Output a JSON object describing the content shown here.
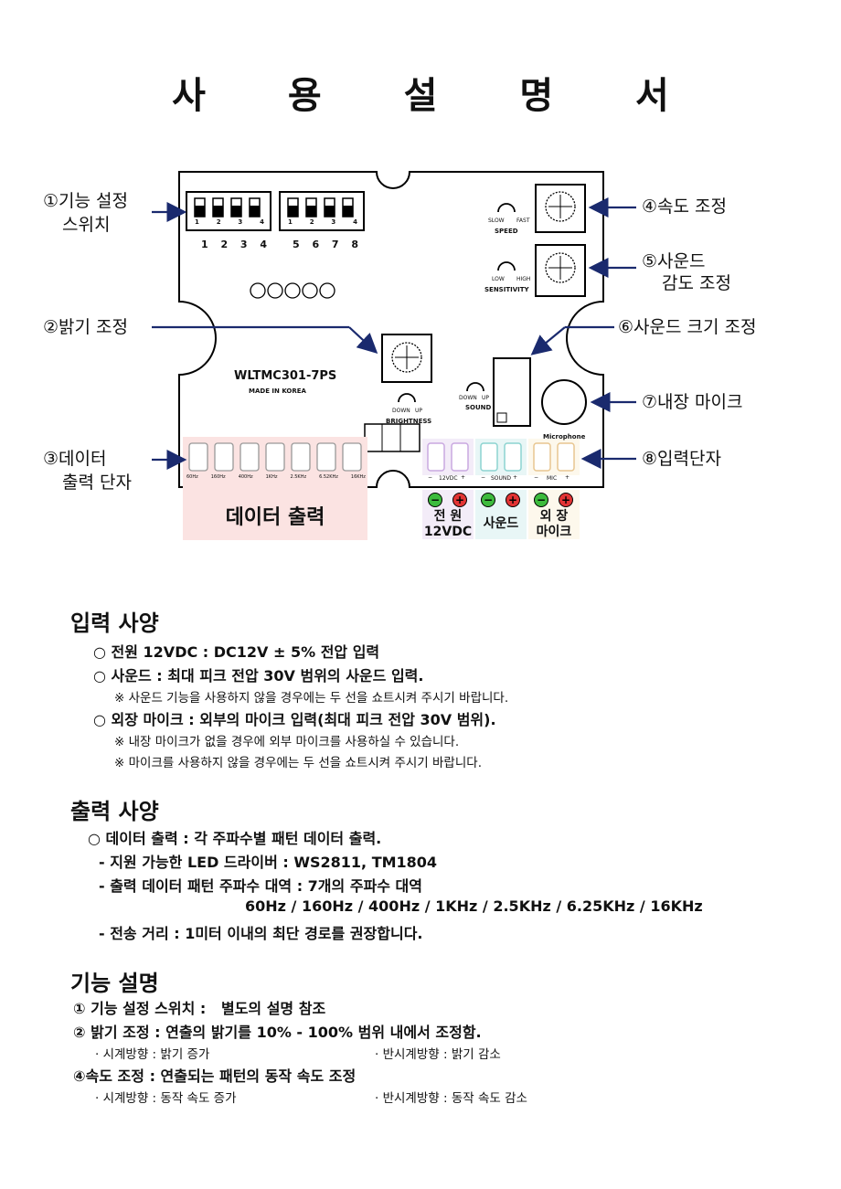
{
  "title": "사 용 설 명 서",
  "board": {
    "model": "WLTMC301-7PS",
    "made_in": "MADE IN KOREA",
    "dip_group1": [
      "1",
      "2",
      "3",
      "4"
    ],
    "dip_group2": [
      "5",
      "6",
      "7",
      "8"
    ],
    "speed": {
      "label": "SPEED",
      "left": "SLOW",
      "right": "FAST"
    },
    "sensitivity": {
      "label": "SENSITIVITY",
      "left": "LOW",
      "right": "HIGH"
    },
    "brightness": {
      "label": "BRIGHTNESS",
      "left": "DOWN",
      "right": "UP"
    },
    "sound": {
      "label": "SOUND",
      "left": "DOWN",
      "right": "UP"
    },
    "microphone": "Microphone",
    "freqs": [
      "60Hz",
      "160Hz",
      "400Hz",
      "1KHz",
      "2.5KHz",
      "6.52KHz",
      "16KHz"
    ],
    "in_labels": {
      "power": "12VDC",
      "sound": "SOUND",
      "mic": "MIC",
      "minus": "−",
      "plus": "+"
    }
  },
  "callouts": {
    "c1a": "①기능 설정",
    "c1b": "스위치",
    "c2": "②밝기 조정",
    "c3a": "③데이터",
    "c3b": "출력 단자",
    "c4": "④속도 조정",
    "c5a": "⑤사운드",
    "c5b": "감도 조정",
    "c6": "⑥사운드 크기 조정",
    "c7": "⑦내장 마이크",
    "c8": "⑧입력단자"
  },
  "data_output_label": "데이터 출력",
  "inputs": {
    "minus": "−",
    "plus": "+",
    "power": [
      "전 원",
      "12VDC"
    ],
    "sound": "사운드",
    "mic": [
      "외 장",
      "마이크"
    ]
  },
  "input_spec": {
    "heading": "입력 사양",
    "l1": "○ 전원 12VDC : DC12V ± 5% 전압 입력",
    "l2": "○ 사운드 : 최대 피크 전압 30V 범위의 사운드 입력.",
    "n1": "※ 사운드 기능을 사용하지 않을 경우에는 두 선을 쇼트시켜 주시기 바랍니다.",
    "l3": "○ 외장 마이크 : 외부의 마이크 입력(최대 피크 전압 30V 범위).",
    "n2": "※ 내장 마이크가 없을 경우에 외부 마이크를 사용하실 수 있습니다.",
    "n3": "※ 마이크를 사용하지 않을 경우에는 두 선을 쇼트시켜 주시기 바랍니다."
  },
  "output_spec": {
    "heading": "출력 사양",
    "l1": "○ 데이터 출력 : 각 주파수별 패턴 데이터 출력.",
    "l2": "- 지원 가능한 LED 드라이버 : WS2811, TM1804",
    "l3": "- 출력 데이터 패턴 주파수 대역 : 7개의 주파수 대역",
    "l4": "60Hz / 160Hz / 400Hz / 1KHz / 2.5KHz / 6.25KHz / 16KHz",
    "l5": "- 전송 거리 : 1미터 이내의 최단 경로를 권장합니다."
  },
  "function_desc": {
    "heading": "기능 설명",
    "l1": "① 기능 설정 스위치 :   별도의 설명 참조",
    "l2": "② 밝기 조정 : 연출의 밝기를 10% - 100% 범위 내에서 조정함.",
    "l2a": "· 시계방향 : 밝기 증가",
    "l2b": "· 반시계방향 : 밝기 감소",
    "l3": "④속도 조정 : 연출되는 패턴의 동작 속도 조정",
    "l3a": "· 시계방향 : 동작 속도 증가",
    "l3b": "· 반시계방향 : 동작 속도 감소"
  }
}
